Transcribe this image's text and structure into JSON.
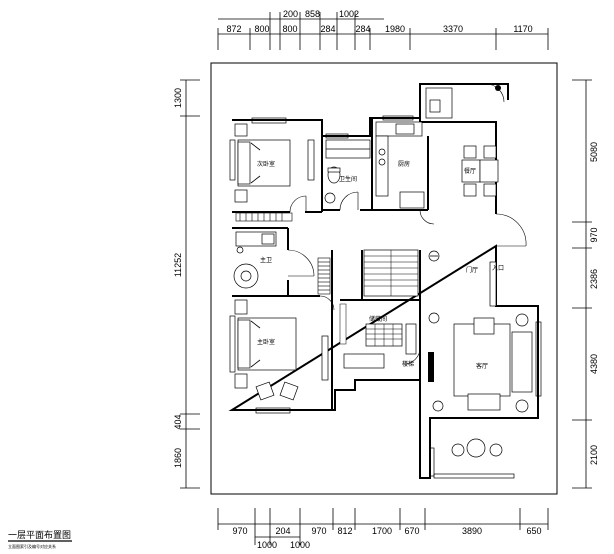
{
  "drawing": {
    "title": "一层平面布置图",
    "subtitle": "立面图索引及编号对应关系",
    "dims_top_row1": [
      "200",
      "858",
      "1002"
    ],
    "dims_top_row2": [
      "872",
      "800",
      "800",
      "284",
      "284",
      "1980",
      "3370",
      "1170"
    ],
    "dims_bottom_row1": [
      "970",
      "204",
      "970",
      "812",
      "1700",
      "670",
      "3890",
      "650"
    ],
    "dims_bottom_row2": [
      "1000",
      "1000"
    ],
    "dims_left": [
      "1300",
      "11252",
      "404",
      "1860"
    ],
    "dims_right": [
      "5080",
      "970",
      "2386",
      "4380",
      "2100"
    ],
    "rooms": {
      "bedroom2": "次卧室",
      "toilet1": "卫生间",
      "kitchen": "厨房",
      "dining": "餐厅",
      "bathroom": "主卫",
      "hall": "门厅",
      "master": "主卧室",
      "living": "客厅",
      "storage": "储藏间",
      "stair": "楼梯",
      "entry": "入口"
    }
  }
}
